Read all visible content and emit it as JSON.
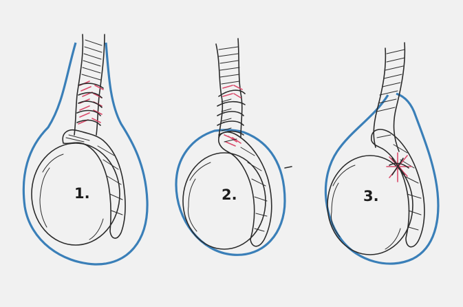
{
  "figures": [
    {
      "label": "1."
    },
    {
      "label": "2."
    },
    {
      "label": "3."
    }
  ],
  "colors": {
    "background": "#f1f1f1",
    "outline": "#2a2a2a",
    "sac": "#3a7fb8",
    "highlight": "#d94a6a"
  }
}
